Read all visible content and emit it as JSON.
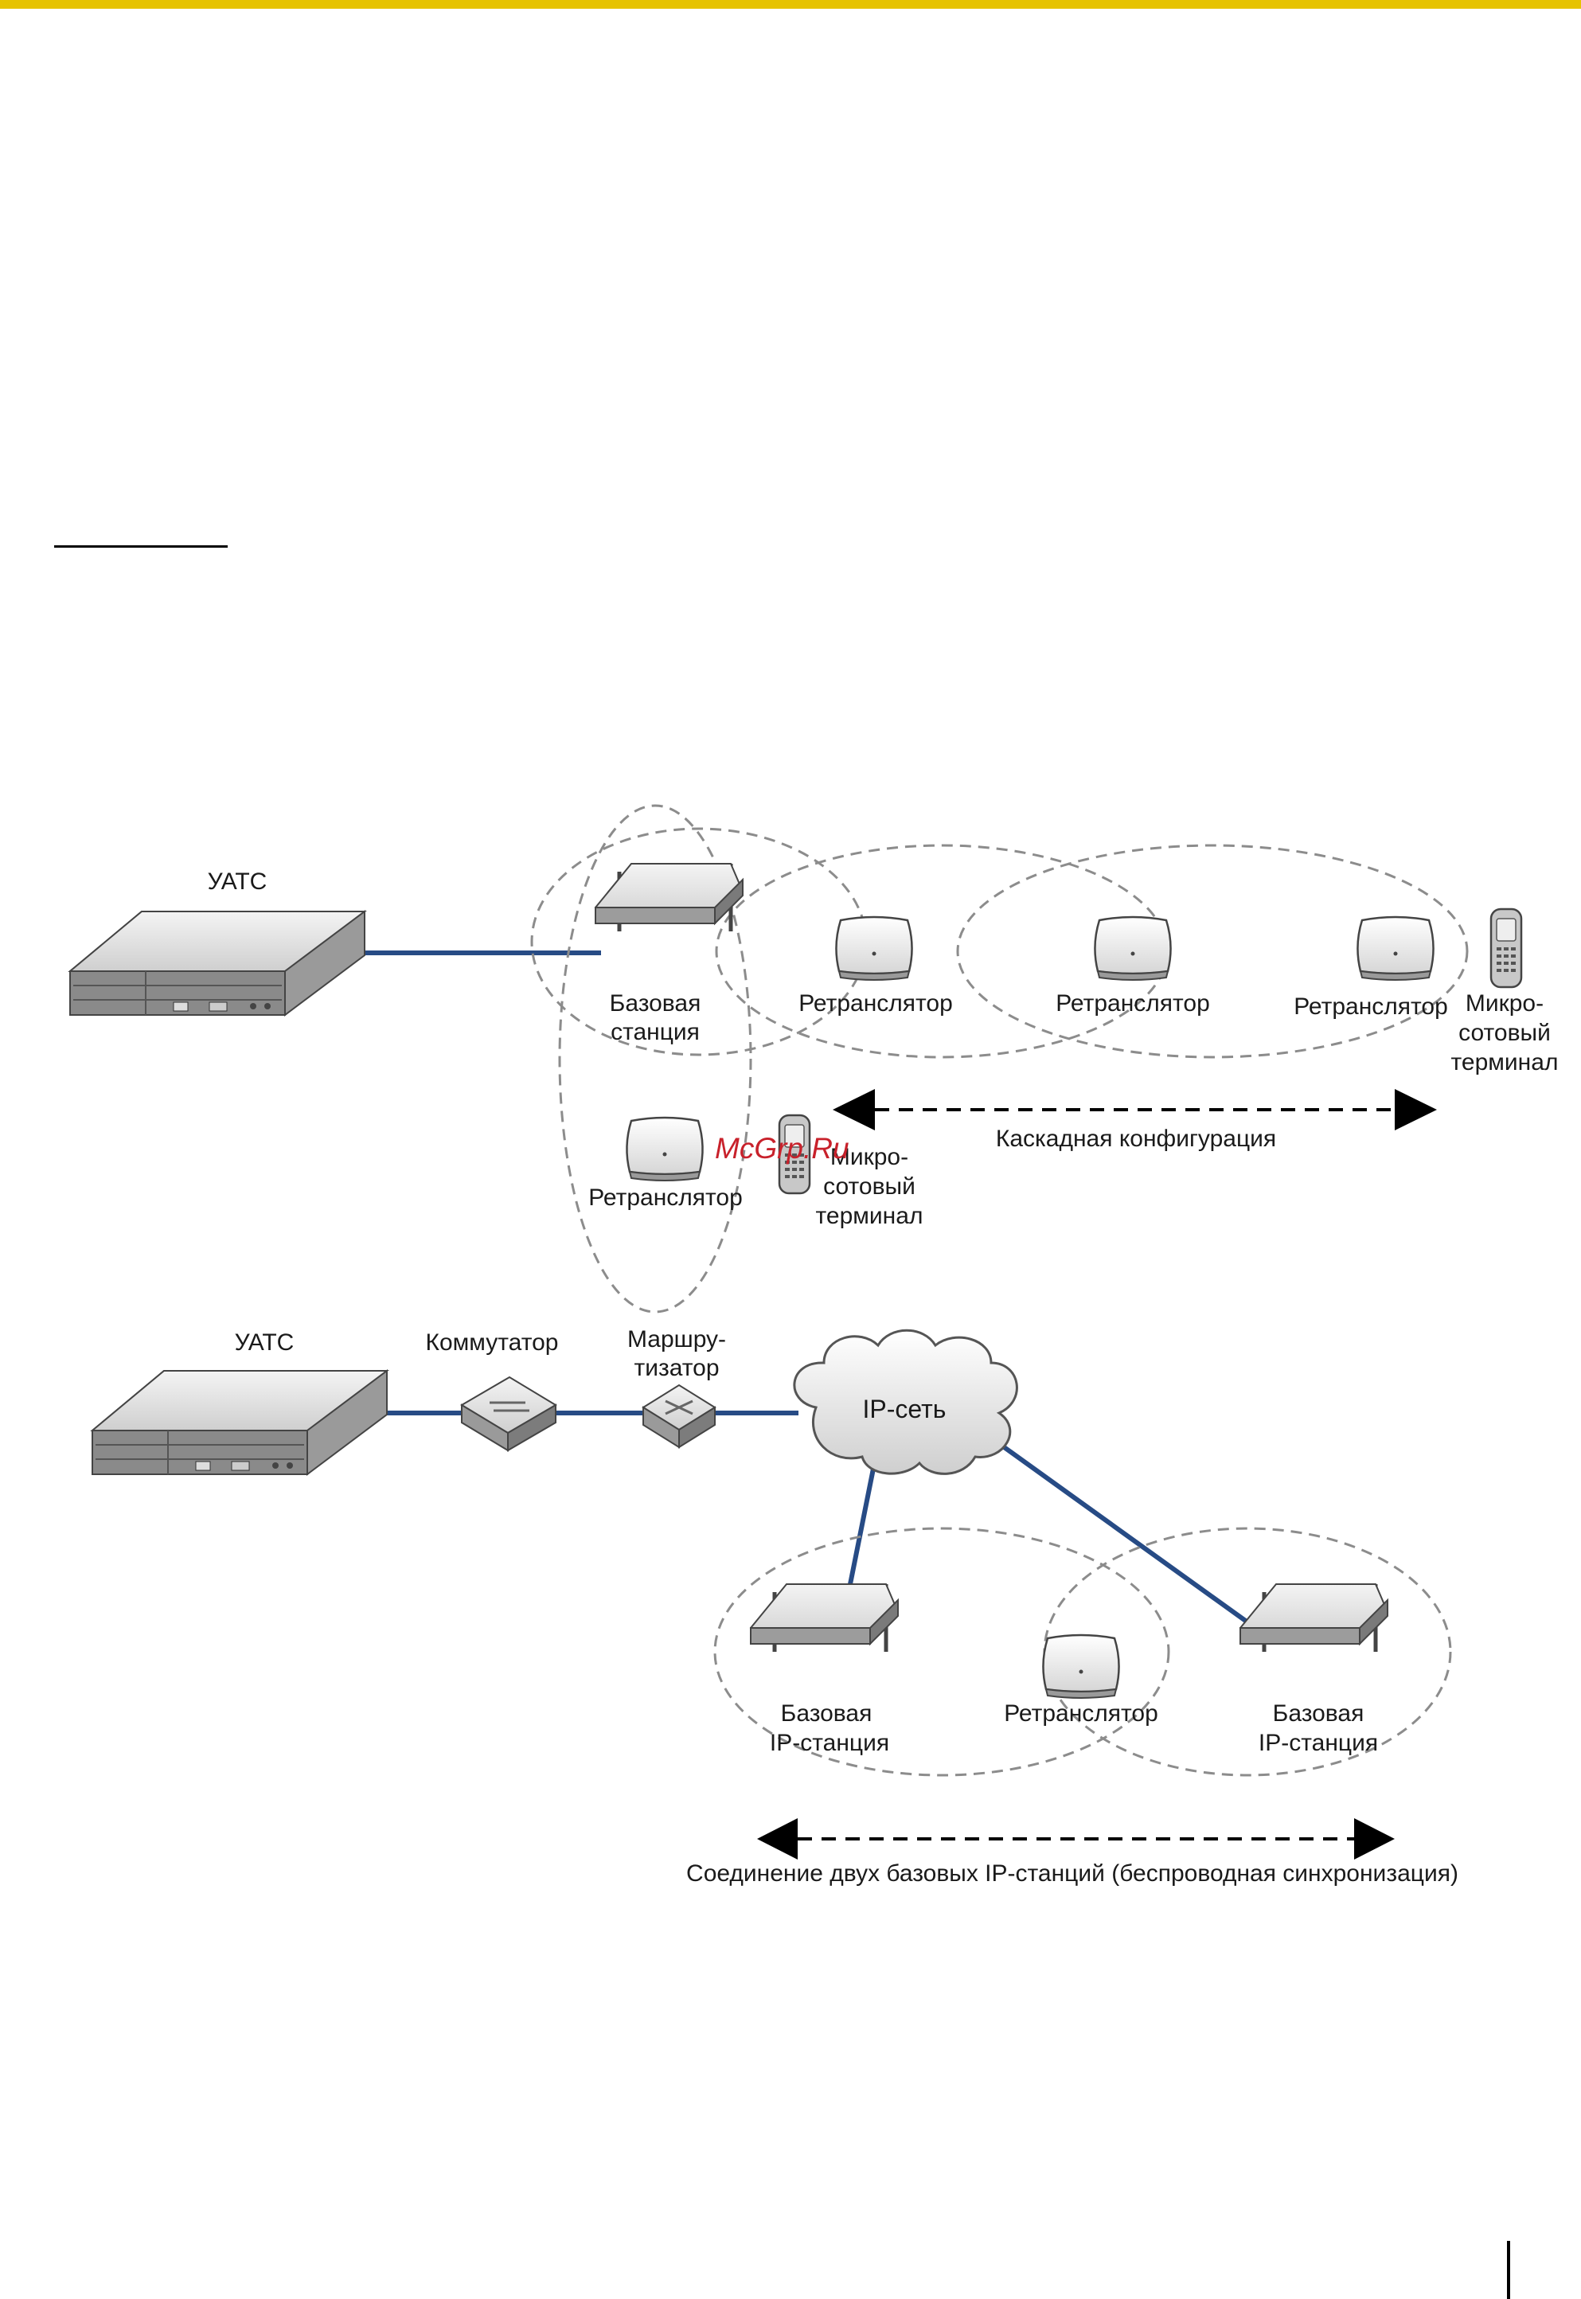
{
  "colors": {
    "accent_bar": "#E6C300",
    "link": "#274B85",
    "zone": "#8C8C8C"
  },
  "watermark": "McGrp.Ru",
  "diagram1": {
    "pbx": "УАТС",
    "base_station": [
      "Базовая",
      "станция"
    ],
    "repeater_1": "Ретранслятор",
    "repeater_2": "Ретранслятор",
    "repeater_3": "Ретранслятор",
    "handset_right": [
      "Микро-",
      "сотовый",
      "терминал"
    ],
    "repeater_low": "Ретранслятор",
    "handset_low": [
      "Микро-",
      "сотовый",
      "терминал"
    ],
    "cascade": "Каскадная конфигурация"
  },
  "diagram2": {
    "pbx": "УАТС",
    "switch": "Коммутатор",
    "router": [
      "Маршру-",
      "тизатор"
    ],
    "network": "IP-сеть",
    "ip_bs_left": [
      "Базовая",
      "IP-станция"
    ],
    "repeater": "Ретранслятор",
    "ip_bs_right": [
      "Базовая",
      "IP-станция"
    ],
    "link_caption": "Соединение двух базовых IP-станций (беспроводная синхронизация)"
  }
}
